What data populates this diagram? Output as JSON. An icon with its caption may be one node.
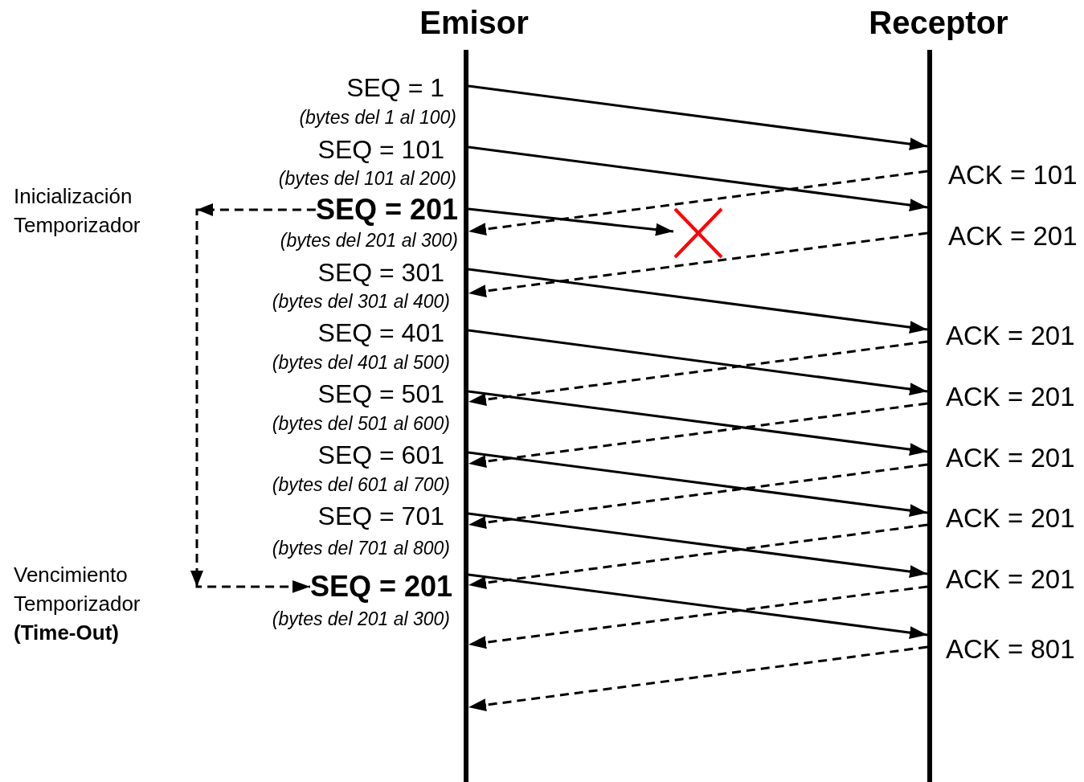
{
  "diagram": {
    "nodes": [
      {
        "text": [
          "Emisor"
        ]
      },
      {
        "text": [
          "Receptor"
        ]
      },
      {
        "text": [
          "SEQ = 1"
        ],
        "beside": [
          "(bytes del 1 al 100)"
        ]
      },
      {
        "text": [
          "SEQ = 101"
        ],
        "beside": [
          "(bytes del 101 al 200)"
        ]
      },
      {
        "text": [
          "SEQ = 201"
        ],
        "beside": [
          "(bytes del 201 al 300)"
        ]
      },
      {
        "text": [
          "SEQ = 301"
        ],
        "beside": [
          "(bytes del 301 al 400)"
        ]
      },
      {
        "text": [
          "SEQ = 401"
        ],
        "beside": [
          "(bytes del 401 al 500)"
        ]
      },
      {
        "text": [
          "SEQ = 501"
        ],
        "beside": [
          "(bytes del 501 al 600)"
        ]
      },
      {
        "text": [
          "SEQ = 601"
        ],
        "beside": [
          "(bytes del 601 al 700)"
        ]
      },
      {
        "text": [
          "SEQ = 701"
        ],
        "beside": [
          "(bytes del 701 al 800)"
        ]
      },
      {
        "text": [
          "SEQ = 201"
        ],
        "beside": [
          "(bytes del 201 al 300)"
        ]
      },
      {
        "text": [],
        "shape": "cross"
      }
    ],
    "edges": [
      {
        "from": 0,
        "to": 1,
        "arrow": "to"
      },
      {
        "from": 0,
        "to": 1,
        "arrow": "to"
      },
      {
        "from": 1,
        "to": 0,
        "arrow": "to",
        "style": "dashed"
      },
      {
        "from": 0,
        "to": 11,
        "arrow": "to"
      },
      {
        "from": 1,
        "to": 0,
        "arrow": "to",
        "style": "dashed"
      },
      {
        "from": 0,
        "to": 1,
        "arrow": "to"
      },
      {
        "from": 0,
        "to": 1,
        "arrow": "to"
      },
      {
        "from": 1,
        "to": 0,
        "arrow": "to",
        "style": "dashed"
      },
      {
        "from": 0,
        "to": 1,
        "arrow": "to"
      },
      {
        "from": 1,
        "to": 0,
        "arrow": "to",
        "style": "dashed"
      },
      {
        "from": 0,
        "to": 1,
        "arrow": "to"
      },
      {
        "from": 1,
        "to": 0,
        "arrow": "to",
        "style": "dashed"
      },
      {
        "from": 0,
        "to": 1,
        "arrow": "to"
      },
      {
        "from": 1,
        "to": 0,
        "arrow": "to",
        "style": "dashed"
      },
      {
        "from": 4,
        "to": 10,
        "arrow": "to",
        "style": "dashed"
      },
      {
        "from": 0,
        "to": 1,
        "arrow": "to"
      },
      {
        "from": 1,
        "to": 0,
        "arrow": "to",
        "style": "dashed"
      },
      {
        "from": 1,
        "to": 0,
        "arrow": "to",
        "style": "dashed"
      }
    ],
    "labels": [
      "Inicialización Temporizador",
      "Vencimiento Temporizador **(Time-Out)**",
      "ACK = 101",
      "ACK = 201",
      "ACK = 201",
      "ACK = 201",
      "ACK = 201",
      "ACK = 201",
      "ACK = 201",
      "ACK = 801"
    ]
  }
}
